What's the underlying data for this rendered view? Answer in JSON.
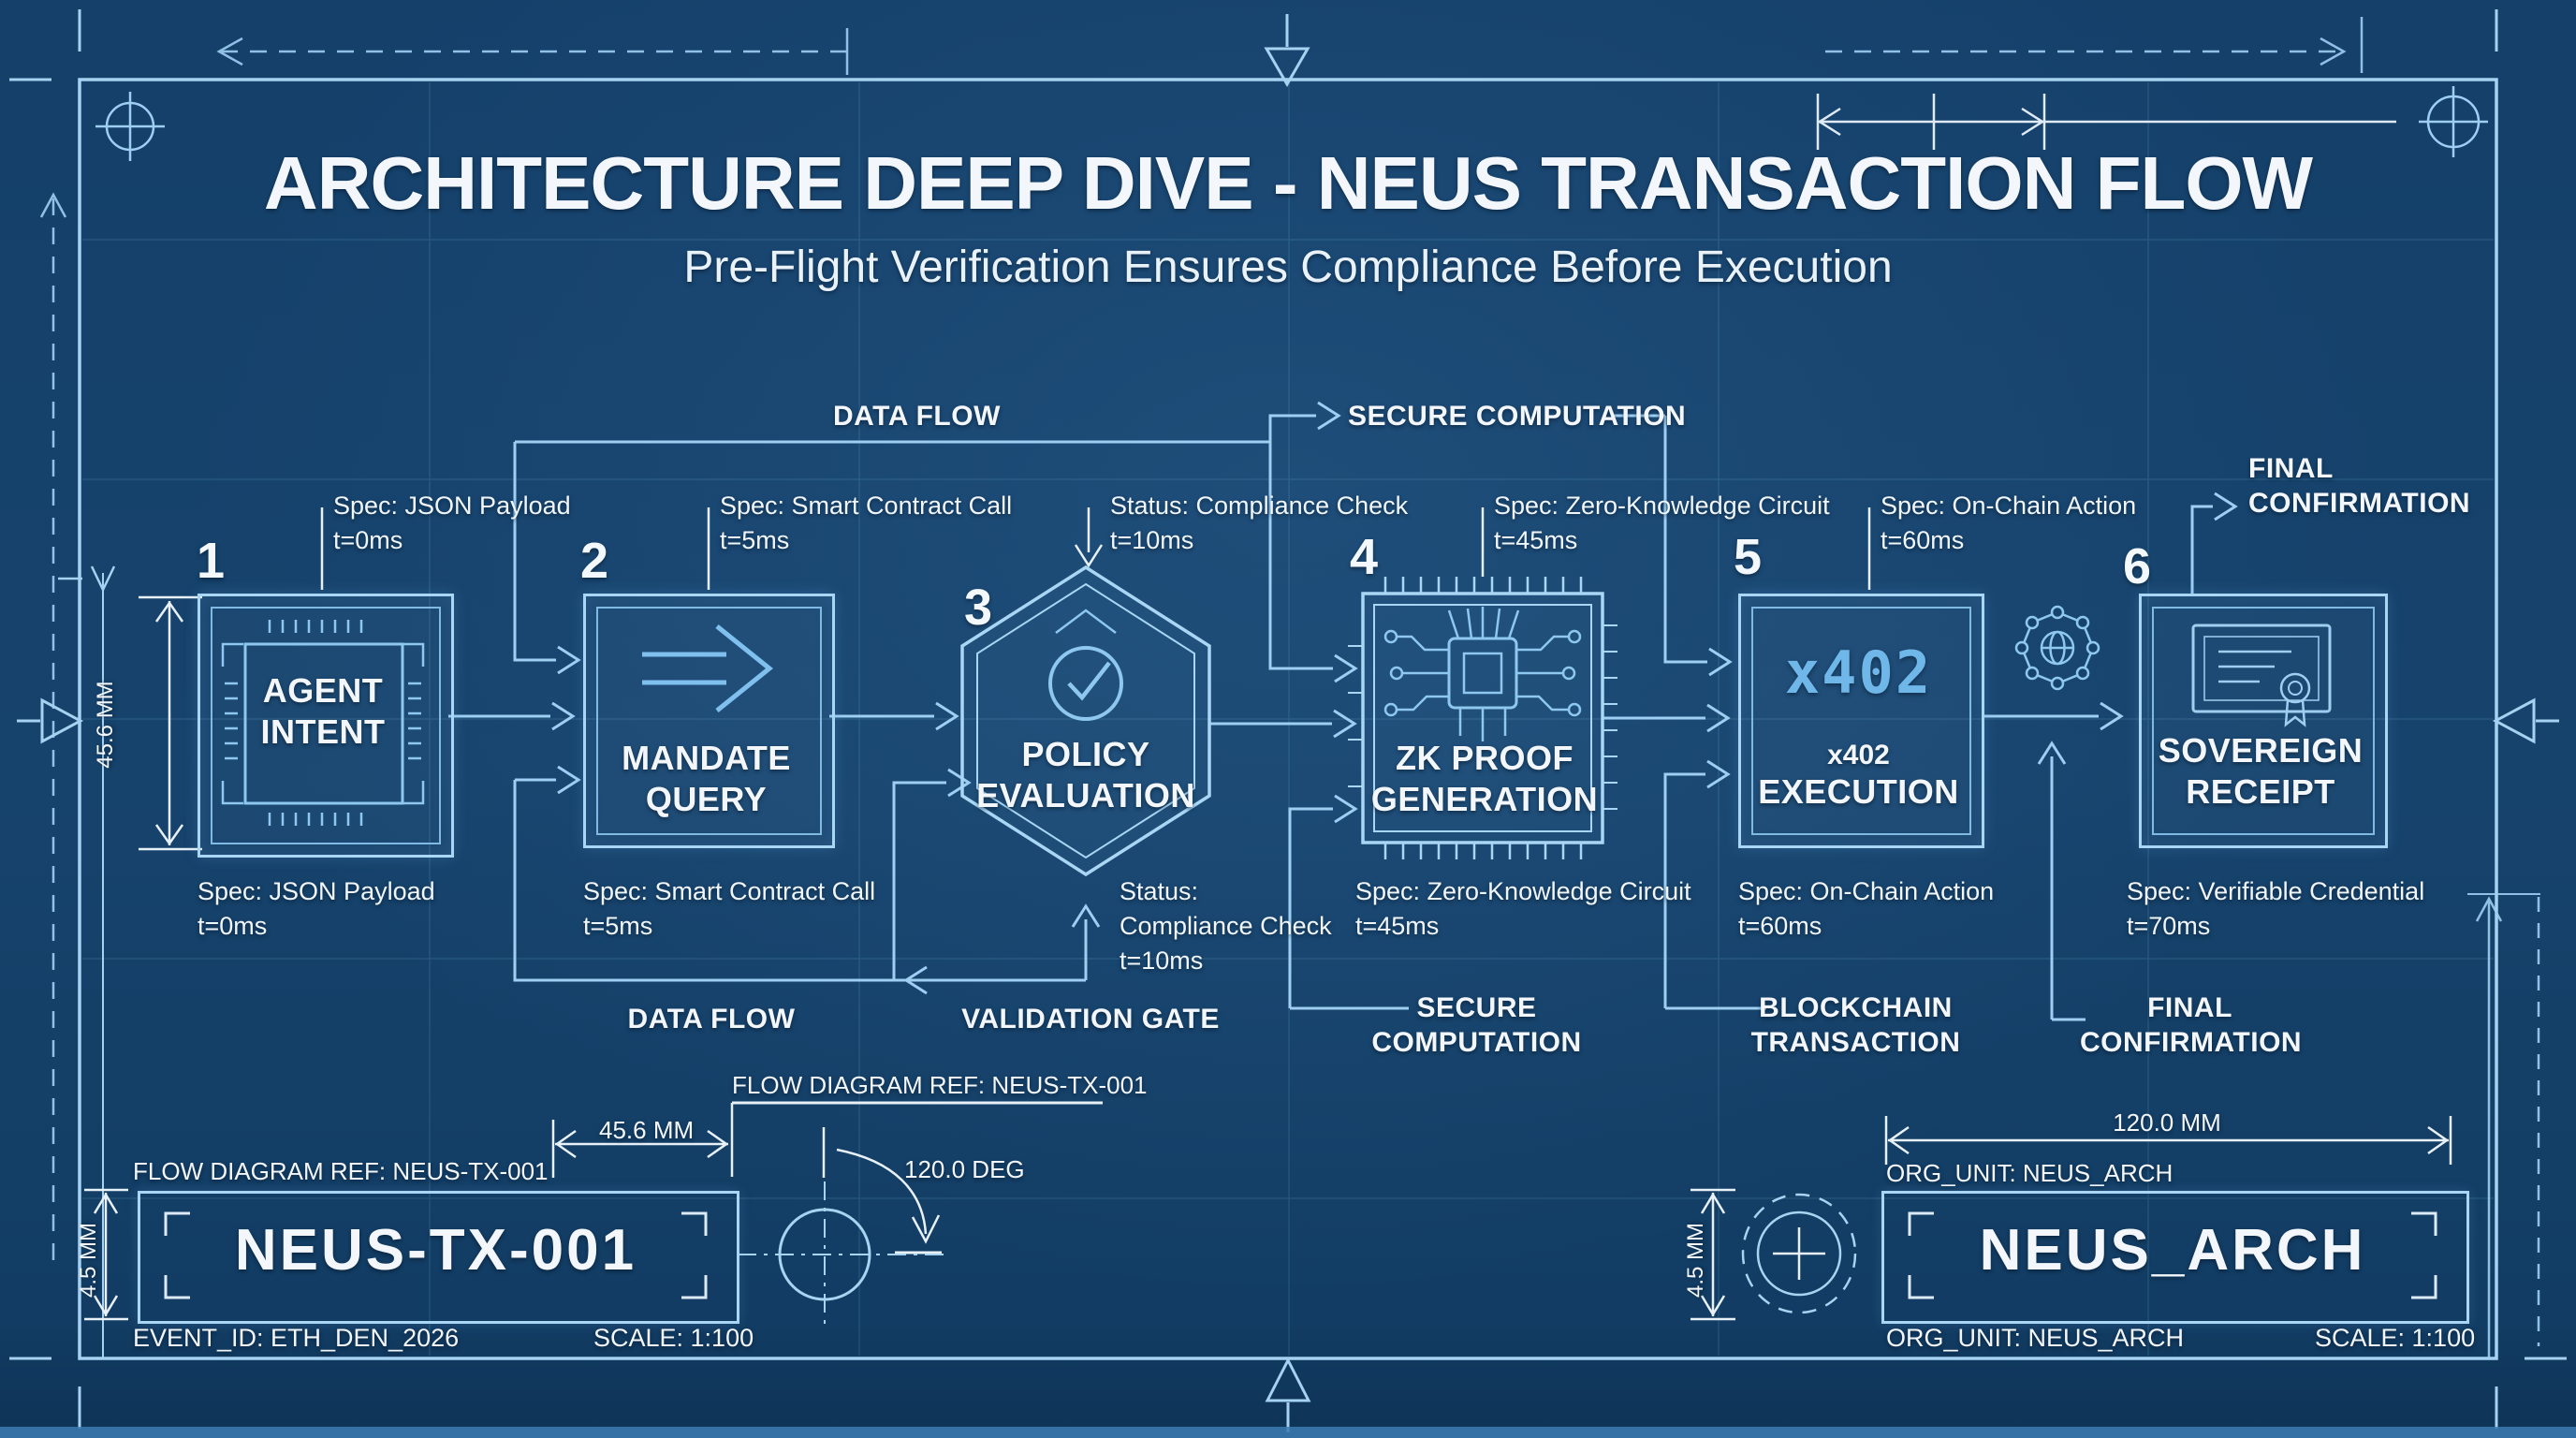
{
  "colors": {
    "background": "#16436c",
    "wire_blue": "#9ecff2",
    "dimension_white": "#e8f0f8",
    "text": "#f3f7fb",
    "x402_accent": "#6fb6e9",
    "grid_teal": "#7fd4e8"
  },
  "header": {
    "title": "ARCHITECTURE DEEP DIVE - NEUS TRANSACTION FLOW",
    "subtitle": "Pre-Flight Verification Ensures Compliance Before Execution"
  },
  "top_flow": {
    "data_flow": "DATA FLOW",
    "secure_computation": "SECURE COMPUTATION"
  },
  "stages": [
    {
      "num": "1",
      "name1": "AGENT",
      "name2": "INTENT",
      "top1": "Spec: JSON Payload",
      "top2": "t=0ms",
      "bot1": "Spec: JSON Payload",
      "bot2": "t=0ms"
    },
    {
      "num": "2",
      "name1": "MANDATE",
      "name2": "QUERY",
      "top1": "Spec: Smart Contract Call",
      "top2": "t=5ms",
      "bot1": "Spec: Smart Contract Call",
      "bot2": "t=5ms"
    },
    {
      "num": "3",
      "name1": "POLICY",
      "name2": "EVALUATION",
      "top1": "Status: Compliance Check",
      "top2": "t=10ms",
      "bot1": "Status:",
      "bot2": "Compliance Check",
      "bot3": "t=10ms"
    },
    {
      "num": "4",
      "name1": "ZK PROOF",
      "name2": "GENERATION",
      "top1": "Spec: Zero-Knowledge Circuit",
      "top2": "t=45ms",
      "bot1": "Spec: Zero-Knowledge Circuit",
      "bot2": "t=45ms"
    },
    {
      "num": "5",
      "badge": "x402",
      "name1": "x402",
      "name2": "EXECUTION",
      "top1": "Spec: On-Chain Action",
      "top2": "t=60ms",
      "bot1": "Spec: On-Chain Action",
      "bot2": "t=60ms"
    },
    {
      "num": "6",
      "name1": "SOVEREIGN",
      "name2": "RECEIPT",
      "bot1": "Spec: Verifiable Credential",
      "bot2": "t=70ms"
    }
  ],
  "final_top": {
    "l1": "FINAL",
    "l2": "CONFIRMATION"
  },
  "bottom_flow": {
    "data_flow": "DATA FLOW",
    "validation_gate": "VALIDATION GATE",
    "secure1": "SECURE",
    "secure2": "COMPUTATION",
    "blockchain1": "BLOCKCHAIN",
    "blockchain2": "TRANSACTION",
    "final1": "FINAL",
    "final2": "CONFIRMATION"
  },
  "side_dim": "45.6 MM",
  "left_block": {
    "ref_note": "FLOW DIAGRAM REF: NEUS-TX-001",
    "ref_label": "FLOW DIAGRAM REF: NEUS-TX-001",
    "name": "NEUS-TX-001",
    "event": "EVENT_ID: ETH_DEN_2026",
    "scale": "SCALE: 1:100",
    "dim_w": "45.6 MM",
    "dim_angle": "120.0 DEG",
    "dim_h": "4.5 MM"
  },
  "right_block": {
    "org_top": "ORG_UNIT: NEUS_ARCH",
    "org_bottom": "ORG_UNIT: NEUS_ARCH",
    "name": "NEUS_ARCH",
    "scale": "SCALE: 1:100",
    "dim_w": "120.0 MM",
    "dim_h": "4.5 MM"
  }
}
